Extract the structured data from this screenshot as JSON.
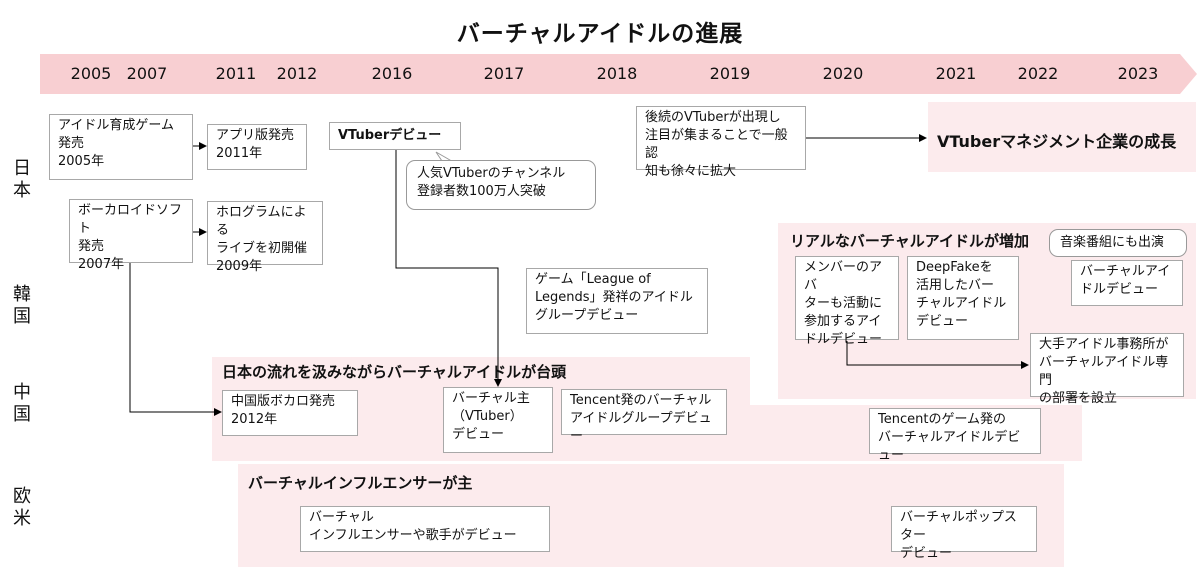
{
  "title": "バーチャルアイドルの進展",
  "timeline": {
    "years": [
      "2005",
      "2007",
      "2011",
      "2012",
      "2016",
      "2017",
      "2018",
      "2019",
      "2020",
      "2021",
      "2022",
      "2023"
    ]
  },
  "regions": {
    "japan": "日本",
    "korea": "韓国",
    "china": "中国",
    "west": "欧米"
  },
  "bands": {
    "china_title": "日本の流れを汲みながらバーチャルアイドルが台頭",
    "korea_title": "リアルなバーチャルアイドルが増加",
    "west_title": "バーチャルインフルエンサーが主"
  },
  "boxes": {
    "idol_game": "アイドル育成ゲーム\n発売\n2005年",
    "app_release": "アプリ版発売\n2011年",
    "vocaloid": "ボーカロイドソフト\n発売\n2007年",
    "hologram": "ホログラムによる\nライブを初開催\n2009年",
    "vtuber_debut": "VTuberデビュー",
    "vtuber_subs": "人気VTuberのチャンネル\n登録者数100万人突破",
    "later_vtuber": "後続のVTuberが出現し\n注目が集まることで一般認\n知も徐々に拡大",
    "vtuber_mgmt": "VTuberマネジメント企業の成長",
    "lol_group": "ゲーム「League of\nLegends」発祥のアイドル\nグループデビュー",
    "members_avatar": "メンバーのアバ\nターも活動に\n参加するアイ\nドルデビュー",
    "deepfake": "DeepFakeを\n活用したバー\nチャルアイドル\nデビュー",
    "music_show": "音楽番組にも出演",
    "vi_debut": "バーチャルアイ\nドルデビュー",
    "agency": "大手アイドル事務所が\nバーチャルアイドル専門\nの部署を設立",
    "cn_vocaloid": "中国版ボカロ発売\n2012年",
    "cn_vtuber": "バーチャル主\n（VTuber）\nデビュー",
    "tencent_group": "Tencent発のバーチャル\nアイドルグループデビュー",
    "tencent_game": "Tencentのゲーム発の\nバーチャルアイドルデビュー",
    "influencer": "バーチャル\nインフルエンサーや歌手がデビュー",
    "popstar": "バーチャルポップスター\nデビュー"
  },
  "colors": {
    "timeline": "#f8cfd2",
    "band": "#fcebed",
    "border": "#a8a8a8"
  }
}
